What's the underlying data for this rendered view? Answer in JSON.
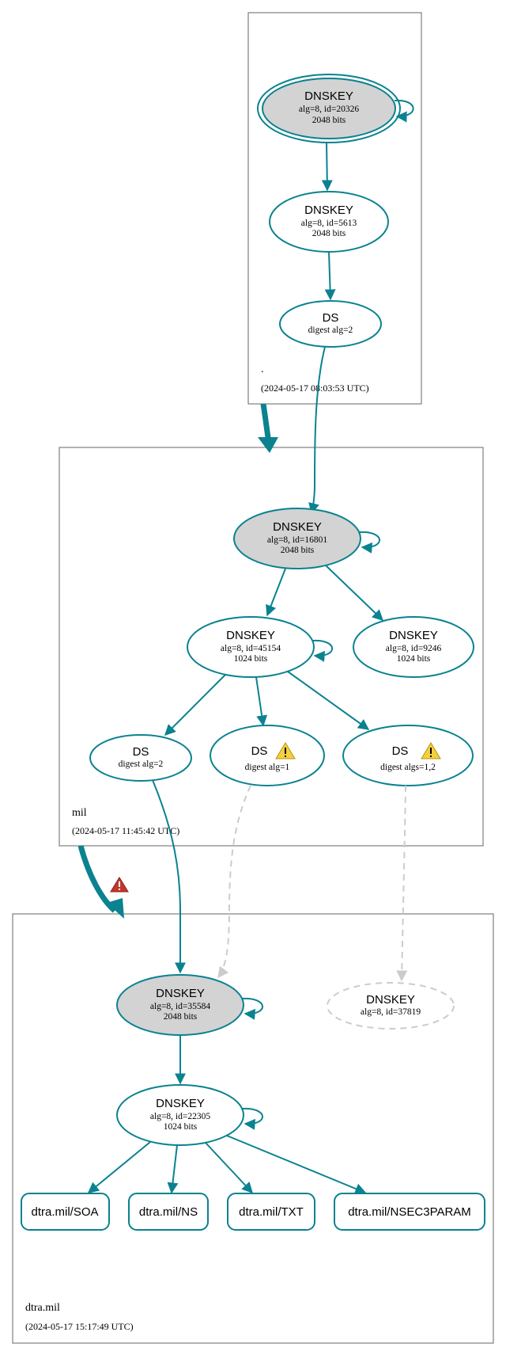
{
  "zones": {
    "root": {
      "name": ".",
      "timestamp": "(2024-05-17 08:03:53 UTC)"
    },
    "mil": {
      "name": "mil",
      "timestamp": "(2024-05-17 11:45:42 UTC)"
    },
    "dtra": {
      "name": "dtra.mil",
      "timestamp": "(2024-05-17 15:17:49 UTC)"
    }
  },
  "nodes": {
    "root_ksk": {
      "title": "DNSKEY",
      "line1": "alg=8, id=20326",
      "line2": "2048 bits"
    },
    "root_zsk": {
      "title": "DNSKEY",
      "line1": "alg=8, id=5613",
      "line2": "2048 bits"
    },
    "root_ds": {
      "title": "DS",
      "line1": "digest alg=2"
    },
    "mil_ksk": {
      "title": "DNSKEY",
      "line1": "alg=8, id=16801",
      "line2": "2048 bits"
    },
    "mil_zsk1": {
      "title": "DNSKEY",
      "line1": "alg=8, id=45154",
      "line2": "1024 bits"
    },
    "mil_zsk2": {
      "title": "DNSKEY",
      "line1": "alg=8, id=9246",
      "line2": "1024 bits"
    },
    "mil_ds_a": {
      "title": "DS",
      "line1": "digest alg=2"
    },
    "mil_ds_b": {
      "title": "DS",
      "line1": "digest alg=1"
    },
    "mil_ds_c": {
      "title": "DS",
      "line1": "digest algs=1,2"
    },
    "dtra_ksk": {
      "title": "DNSKEY",
      "line1": "alg=8, id=35584",
      "line2": "2048 bits"
    },
    "dtra_missing": {
      "title": "DNSKEY",
      "line1": "alg=8, id=37819"
    },
    "dtra_zsk": {
      "title": "DNSKEY",
      "line1": "alg=8, id=22305",
      "line2": "1024 bits"
    }
  },
  "rrsets": [
    "dtra.mil/SOA",
    "dtra.mil/NS",
    "dtra.mil/TXT",
    "dtra.mil/NSEC3PARAM"
  ],
  "colors": {
    "edge": "#0a8290",
    "ksk_fill": "#d3d3d3",
    "dashed": "#cccccc",
    "warning": "#f4d03f",
    "error": "#c0392b"
  }
}
